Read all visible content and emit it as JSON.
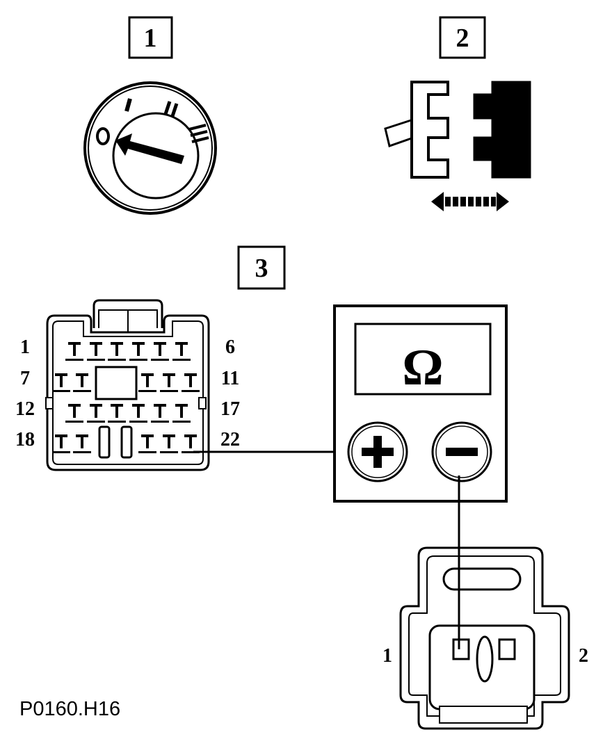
{
  "steps": {
    "step1": "1",
    "step2": "2",
    "step3": "3"
  },
  "ignition_switch": {
    "positions": [
      "O",
      "I",
      "II",
      "III"
    ]
  },
  "multi_connector": {
    "pin_labels": {
      "row1_left": "1",
      "row1_right": "6",
      "row2_left": "7",
      "row2_right": "11",
      "row3_left": "12",
      "row3_right": "17",
      "row4_left": "18",
      "row4_right": "22"
    }
  },
  "ohmmeter": {
    "display_symbol": "Ω",
    "positive_symbol": "+",
    "negative_symbol": "−"
  },
  "sensor_connector": {
    "pin_left": "1",
    "pin_right": "2"
  },
  "figure_code": "P0160.H16"
}
